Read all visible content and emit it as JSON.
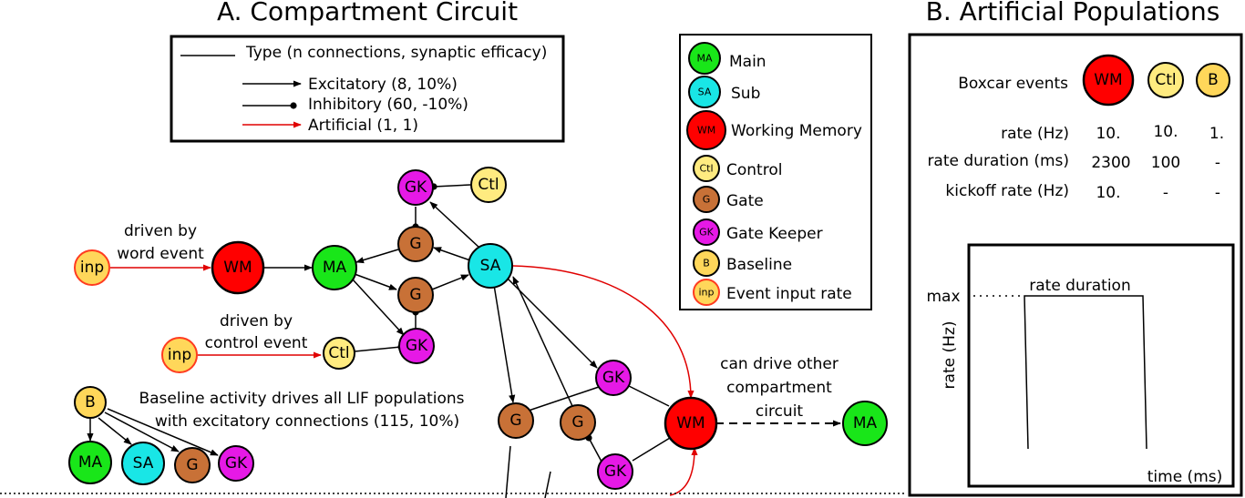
{
  "panel_a": {
    "title": "A. Compartment Circuit",
    "connection_legend": {
      "header": "Type (n connections, synaptic efficacy)",
      "excitatory": "Excitatory (8, 10%)",
      "inhibitory": "Inhibitory  (60, -10%)",
      "artificial": "Artificial (1, 1)"
    },
    "node_legend": {
      "items": [
        {
          "abbr": "MA",
          "label": "Main"
        },
        {
          "abbr": "SA",
          "label": "Sub"
        },
        {
          "abbr": "WM",
          "label": "Working Memory"
        },
        {
          "abbr": "Ctl",
          "label": "Control"
        },
        {
          "abbr": "G",
          "label": "Gate"
        },
        {
          "abbr": "GK",
          "label": "Gate Keeper"
        },
        {
          "abbr": "B",
          "label": "Baseline"
        },
        {
          "abbr": "inp",
          "label": "Event input rate"
        }
      ]
    },
    "nodes": {
      "inp": "inp",
      "WM": "WM",
      "MA": "MA",
      "SA": "SA",
      "G": "G",
      "GK": "GK",
      "Ctl": "Ctl",
      "B": "B"
    },
    "annotations": {
      "driven_word_1": "driven by",
      "driven_word_2": "word event",
      "driven_control_1": "driven by",
      "driven_control_2": "control event",
      "baseline_1": "Baseline activity drives all LIF populations",
      "baseline_2": "with excitatory connections (115, 10%)",
      "can_drive_1": "can drive other",
      "can_drive_2": "compartment",
      "can_drive_3": "circuit"
    }
  },
  "panel_b": {
    "title": "B. Artificial Populations",
    "boxcar_label": "Boxcar events",
    "columns": [
      "WM",
      "Ctl",
      "B"
    ],
    "rows": [
      {
        "label": "rate (Hz)",
        "values": [
          "10.",
          "10.",
          "1."
        ]
      },
      {
        "label": "rate duration (ms)",
        "values": [
          "2300",
          "100",
          "-"
        ]
      },
      {
        "label": "kickoff rate (Hz)",
        "values": [
          "10.",
          "-",
          "-"
        ]
      }
    ],
    "plot": {
      "max_label": "max",
      "duration_label": "rate duration",
      "ylabel": "rate (Hz)",
      "xlabel": "time (ms)"
    }
  },
  "colors": {
    "MA": "#19e619",
    "SA": "#19e6e6",
    "WM": "#ff0000",
    "Ctl": "#ffeb80",
    "G": "#c87137",
    "GK": "#e619e6",
    "B": "#ffd75a",
    "inp": "#ffd75a",
    "inp_stroke": "#ff3b1f",
    "artificial": "#e00000"
  }
}
